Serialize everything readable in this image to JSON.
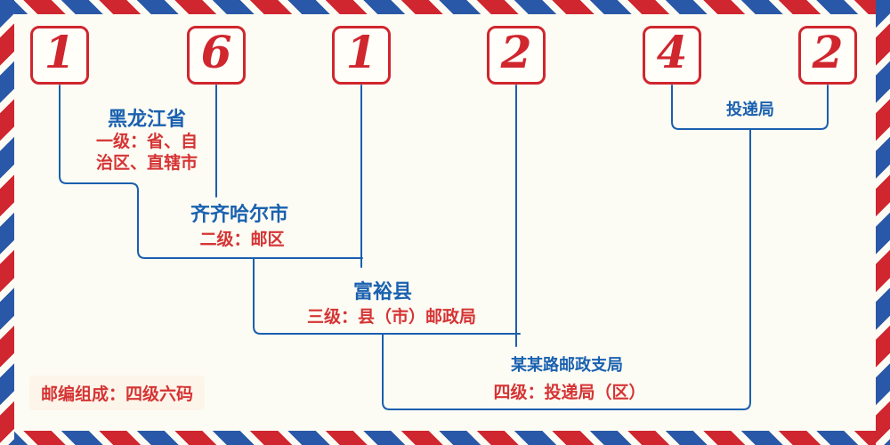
{
  "page": {
    "bg": "#fdfcf4",
    "accent_red": "#d0262e",
    "accent_blue": "#1a5fae"
  },
  "postal_code": {
    "digits": [
      "1",
      "6",
      "1",
      "2",
      "4",
      "2"
    ]
  },
  "labels": {
    "level1": {
      "title": "黑龙江省",
      "desc_line1": "一级：省、自",
      "desc_line2": "治区、直辖市"
    },
    "level2": {
      "title": "齐齐哈尔市",
      "desc": "二级：邮区"
    },
    "level3": {
      "title": "富裕县",
      "desc": "三级：县（市）邮政局"
    },
    "level4": {
      "title": "某某路邮政支局",
      "desc": "四级：投递局（区）"
    },
    "delivery": {
      "title": "投递局"
    }
  },
  "footer": {
    "note": "邮编组成：四级六码"
  }
}
